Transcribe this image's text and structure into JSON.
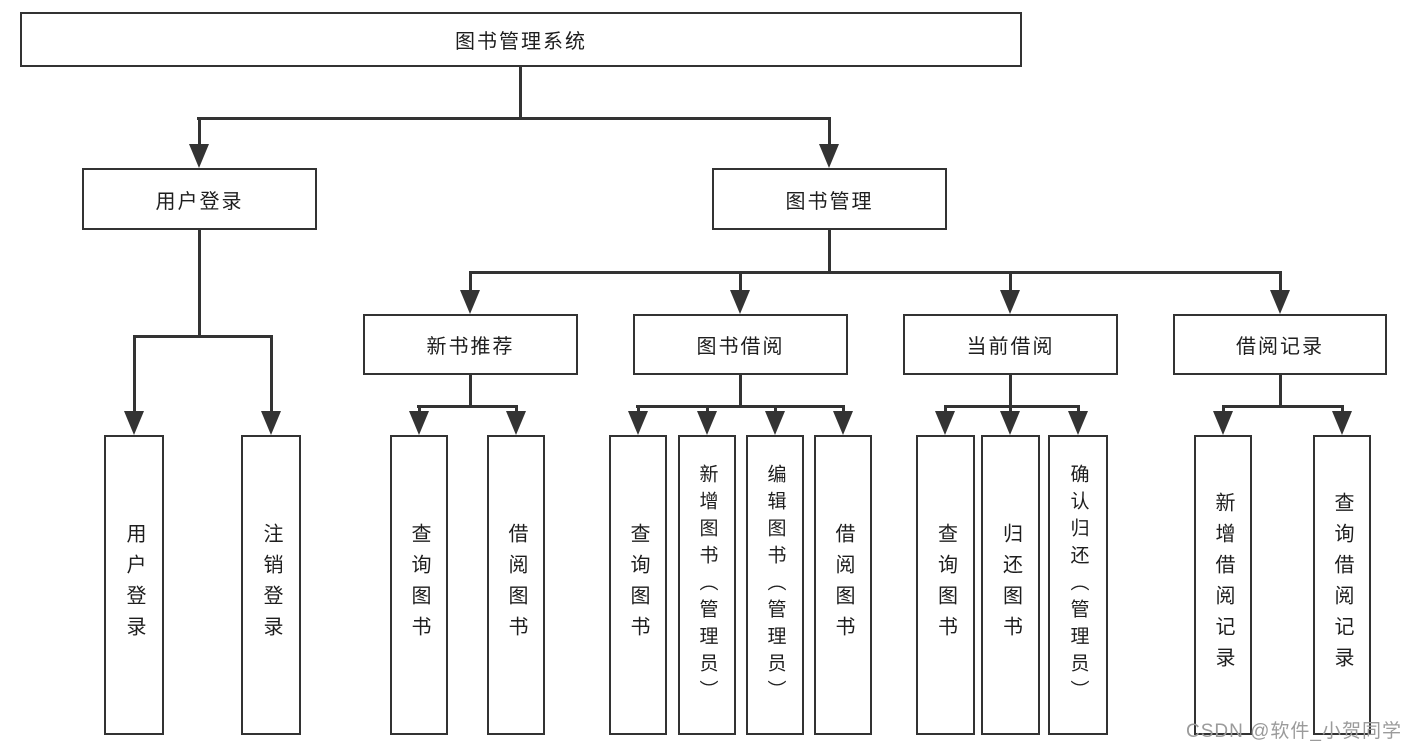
{
  "diagram": {
    "root": {
      "label": "图书管理系统"
    },
    "branches": [
      {
        "label": "用户登录",
        "children": [
          {
            "label": "用户登录"
          },
          {
            "label": "注销登录"
          }
        ]
      },
      {
        "label": "图书管理",
        "children": [
          {
            "label": "新书推荐",
            "children": [
              {
                "label": "查询图书"
              },
              {
                "label": "借阅图书"
              }
            ]
          },
          {
            "label": "图书借阅",
            "children": [
              {
                "label": "查询图书"
              },
              {
                "label": "新增图书（管理员）"
              },
              {
                "label": "编辑图书（管理员）"
              },
              {
                "label": "借阅图书"
              }
            ]
          },
          {
            "label": "当前借阅",
            "children": [
              {
                "label": "查询图书"
              },
              {
                "label": "归还图书"
              },
              {
                "label": "确认归还（管理员）"
              }
            ]
          },
          {
            "label": "借阅记录",
            "children": [
              {
                "label": "新增借阅记录"
              },
              {
                "label": "查询借阅记录"
              }
            ]
          }
        ]
      }
    ],
    "watermark": "CSDN @软件_小贺同学"
  },
  "colors": {
    "line": "#333333",
    "text": "#1e1e1e",
    "background": "#ffffff",
    "watermark": "#9b9b9b"
  }
}
